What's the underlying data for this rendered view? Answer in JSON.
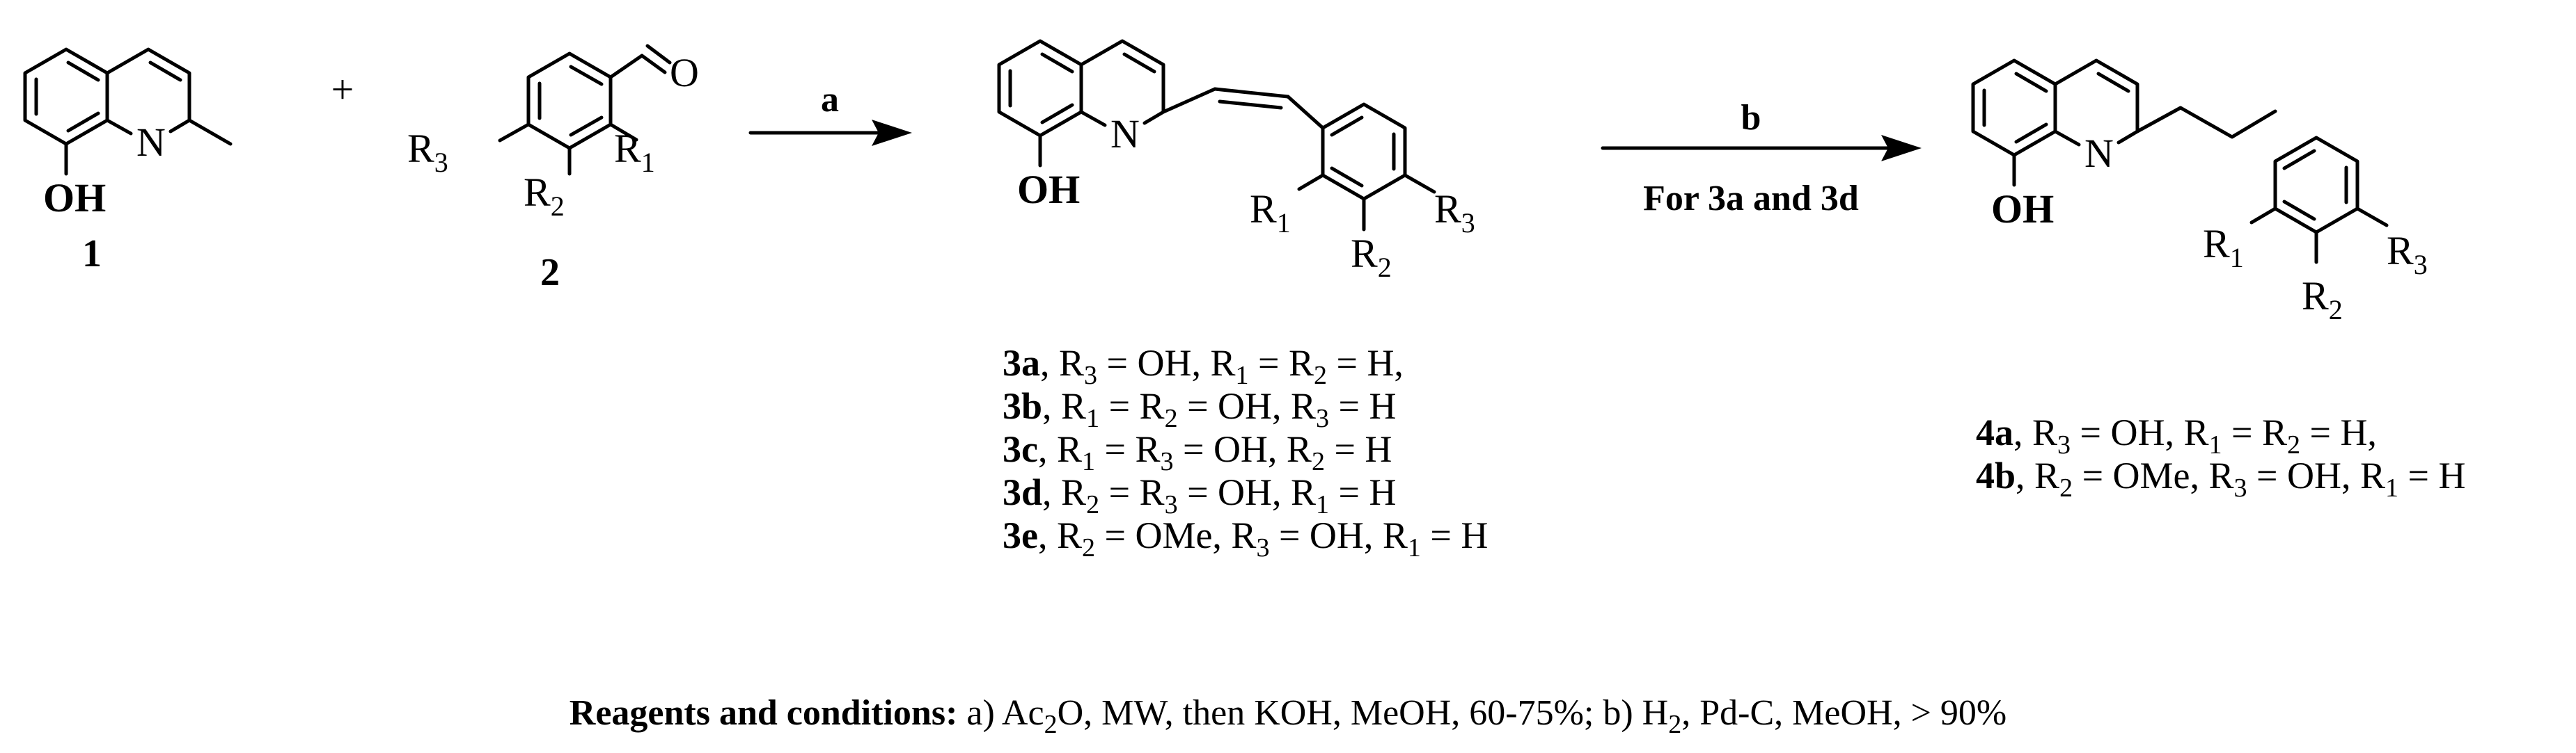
{
  "scheme": {
    "plus": "+",
    "compound1": {
      "number": "1",
      "oh": "OH",
      "n": "N"
    },
    "compound2": {
      "number": "2",
      "o": "O",
      "r1": "R",
      "r1_sub": "1",
      "r2": "R",
      "r2_sub": "2",
      "r3": "R",
      "r3_sub": "3"
    },
    "compound3": {
      "oh": "OH",
      "n": "N",
      "r1": "R",
      "r1_sub": "1",
      "r2": "R",
      "r2_sub": "2",
      "r3": "R",
      "r3_sub": "3"
    },
    "compound4": {
      "oh": "OH",
      "n": "N",
      "r1": "R",
      "r1_sub": "1",
      "r2": "R",
      "r2_sub": "2",
      "r3": "R",
      "r3_sub": "3"
    },
    "arrow_a": {
      "label": "a"
    },
    "arrow_b": {
      "label": "b",
      "condition": "For 3a and 3d"
    },
    "list3": [
      {
        "id": "3a",
        "parts": [
          ", R",
          "3",
          " = OH, R",
          "1",
          " = R",
          "2",
          " = H,"
        ]
      },
      {
        "id": "3b",
        "parts": [
          ", R",
          "1",
          " = R",
          "2",
          " = OH, R",
          "3",
          " = H"
        ]
      },
      {
        "id": "3c",
        "parts": [
          ", R",
          "1",
          " = R",
          "3",
          " = OH, R",
          "2",
          " = H"
        ]
      },
      {
        "id": "3d",
        "parts": [
          ", R",
          "2",
          " = R",
          "3",
          " = OH, R",
          "1",
          " = H"
        ]
      },
      {
        "id": "3e",
        "parts": [
          ", R",
          "2",
          " = OMe, R",
          "3",
          " = OH, R",
          "1",
          " = H"
        ]
      }
    ],
    "list4": [
      {
        "id": "4a",
        "parts": [
          ", R",
          "3",
          " = OH, R",
          "1",
          " = R",
          "2",
          " = H,"
        ]
      },
      {
        "id": "4b",
        "parts": [
          ", R",
          "2",
          " = OMe, R",
          "3",
          " = OH, R",
          "1",
          " = H"
        ]
      }
    ],
    "footnote": {
      "label": "Reagents and conditions:",
      "parts": [
        " a) Ac",
        "2",
        "O, MW, then KOH, MeOH, 60-75%; b) H",
        "2",
        ", Pd-C, MeOH, > 90%"
      ]
    }
  }
}
